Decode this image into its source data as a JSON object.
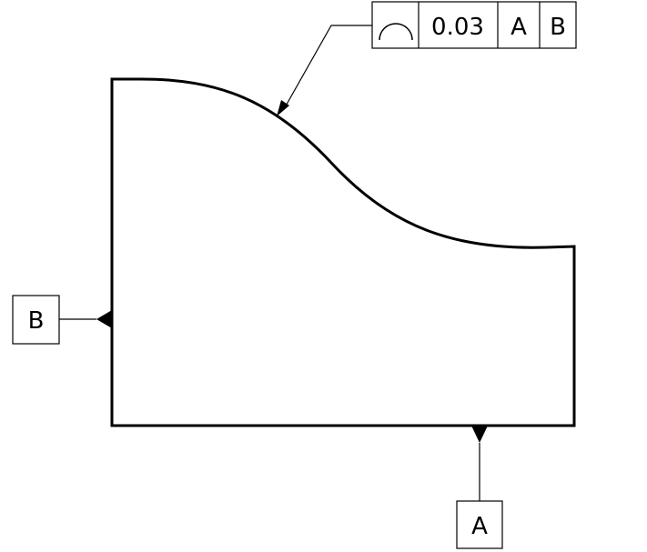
{
  "feature_control_frame": {
    "symbol": "profile-of-a-line-icon",
    "tolerance": "0.03",
    "primary_datum": "A",
    "secondary_datum": "B"
  },
  "datum_labels": {
    "left": "B",
    "bottom": "A"
  },
  "colors": {
    "line": "#000000",
    "background": "#ffffff"
  }
}
